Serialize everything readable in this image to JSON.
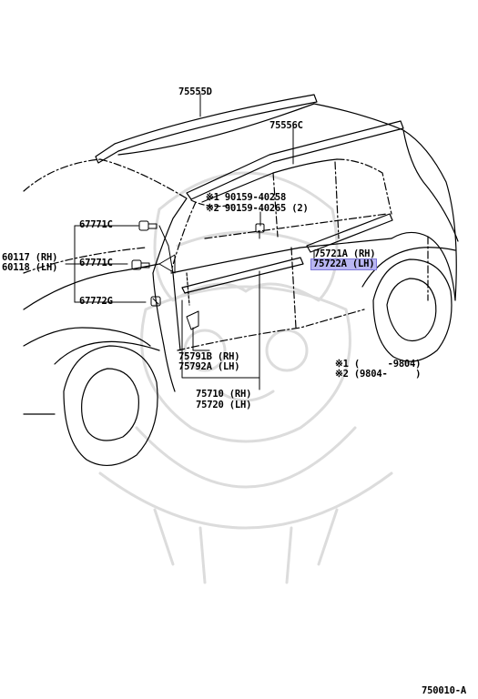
{
  "colors": {
    "line": "#000000",
    "highlight": "#b9b6f2",
    "watermark": "#d8d8d8"
  },
  "labels": {
    "p75555D": "75555D",
    "p75556C": "75556C",
    "note1_part": "※1 90159-40258",
    "note2_part": "※2 90159-40265 (2)",
    "p67771C_a": "67771C",
    "p60117": "60117 (RH)",
    "p60118": "60118 (LH)",
    "p67771C_b": "67771C",
    "p67772G": "67772G",
    "p75721A": "75721A (RH)",
    "p75722A": "75722A (LH)",
    "p75791B": "75791B (RH)",
    "p75792A": "75792A (LH)",
    "p75710": "75710 (RH)",
    "p75720": "75720 (LH)",
    "legend1": "※1 (     -9804)",
    "legend2": "※2 (9804-     )",
    "diagram_id": "750010-A"
  },
  "icons": {
    "watermark": "samurai-mask-watermark-icon",
    "clips": "clip-icon",
    "screws": "screw-icon"
  }
}
